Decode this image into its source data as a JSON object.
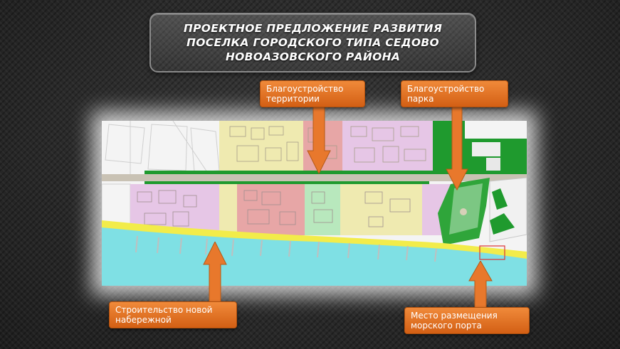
{
  "title": {
    "line1": "ПРОЕКТНОЕ ПРЕДЛОЖЕНИЕ РАЗВИТИЯ",
    "line2": "ПОСЕЛКА ГОРОДСКОГО ТИПА СЕДОВО",
    "line3": "НОВОАЗОВСКОГО РАЙОНА"
  },
  "callouts": {
    "territory": {
      "line1": "Благоустройство",
      "line2": "территории"
    },
    "park": {
      "line1": "Благоустройство",
      "line2": "парка"
    },
    "embankment": {
      "line1": "Строительство  новой",
      "line2": "набережной"
    },
    "port": {
      "line1": "Место размещения",
      "line2": "морского порта"
    }
  },
  "colors": {
    "callout": "#e0722a",
    "sea": "#7fe0e4",
    "beach": "#f2ec4a",
    "green": "#1f9a2e",
    "zone_yellow": "#efeab0",
    "zone_pink": "#e6c6e6",
    "zone_red": "#e7a6a6",
    "zone_mint": "#b8e8bd"
  }
}
